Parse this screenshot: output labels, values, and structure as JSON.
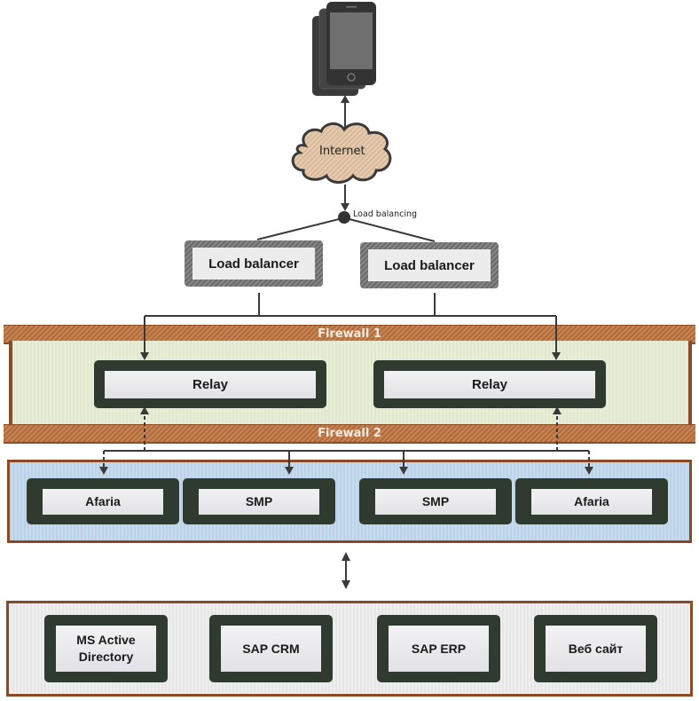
{
  "diagram": {
    "client": {
      "icon": "mobile-devices-icon"
    },
    "internet": {
      "label": "Internet",
      "icon": "cloud-icon"
    },
    "load_balancing_point": {
      "label": "Load balancing"
    },
    "load_balancers": [
      {
        "label": "Load balancer"
      },
      {
        "label": "Load balancer"
      }
    ],
    "firewalls": [
      {
        "label": "Firewall 1"
      },
      {
        "label": "Firewall 2"
      }
    ],
    "dmz": {
      "relays": [
        {
          "label": "Relay"
        },
        {
          "label": "Relay"
        }
      ]
    },
    "internal": {
      "servers": [
        {
          "label": "Afaria"
        },
        {
          "label": "SMP"
        },
        {
          "label": "SMP"
        },
        {
          "label": "Afaria"
        }
      ]
    },
    "backend": {
      "systems": [
        {
          "label_line1": "MS Active",
          "label_line2": "Directory"
        },
        {
          "label_line1": "SAP CRM",
          "label_line2": ""
        },
        {
          "label_line1": "SAP ERP",
          "label_line2": ""
        },
        {
          "label_line1": "Веб сайт",
          "label_line2": ""
        }
      ]
    },
    "colors": {
      "firewall": "#b06a3c",
      "zone_border": "#8b4a26",
      "dmz_fill": "#e3eacf",
      "internal_fill": "#c0d6eb",
      "backend_fill": "#ebebeb",
      "node_frame": "#2f3b2f",
      "connector": "#3a3a3a"
    }
  }
}
